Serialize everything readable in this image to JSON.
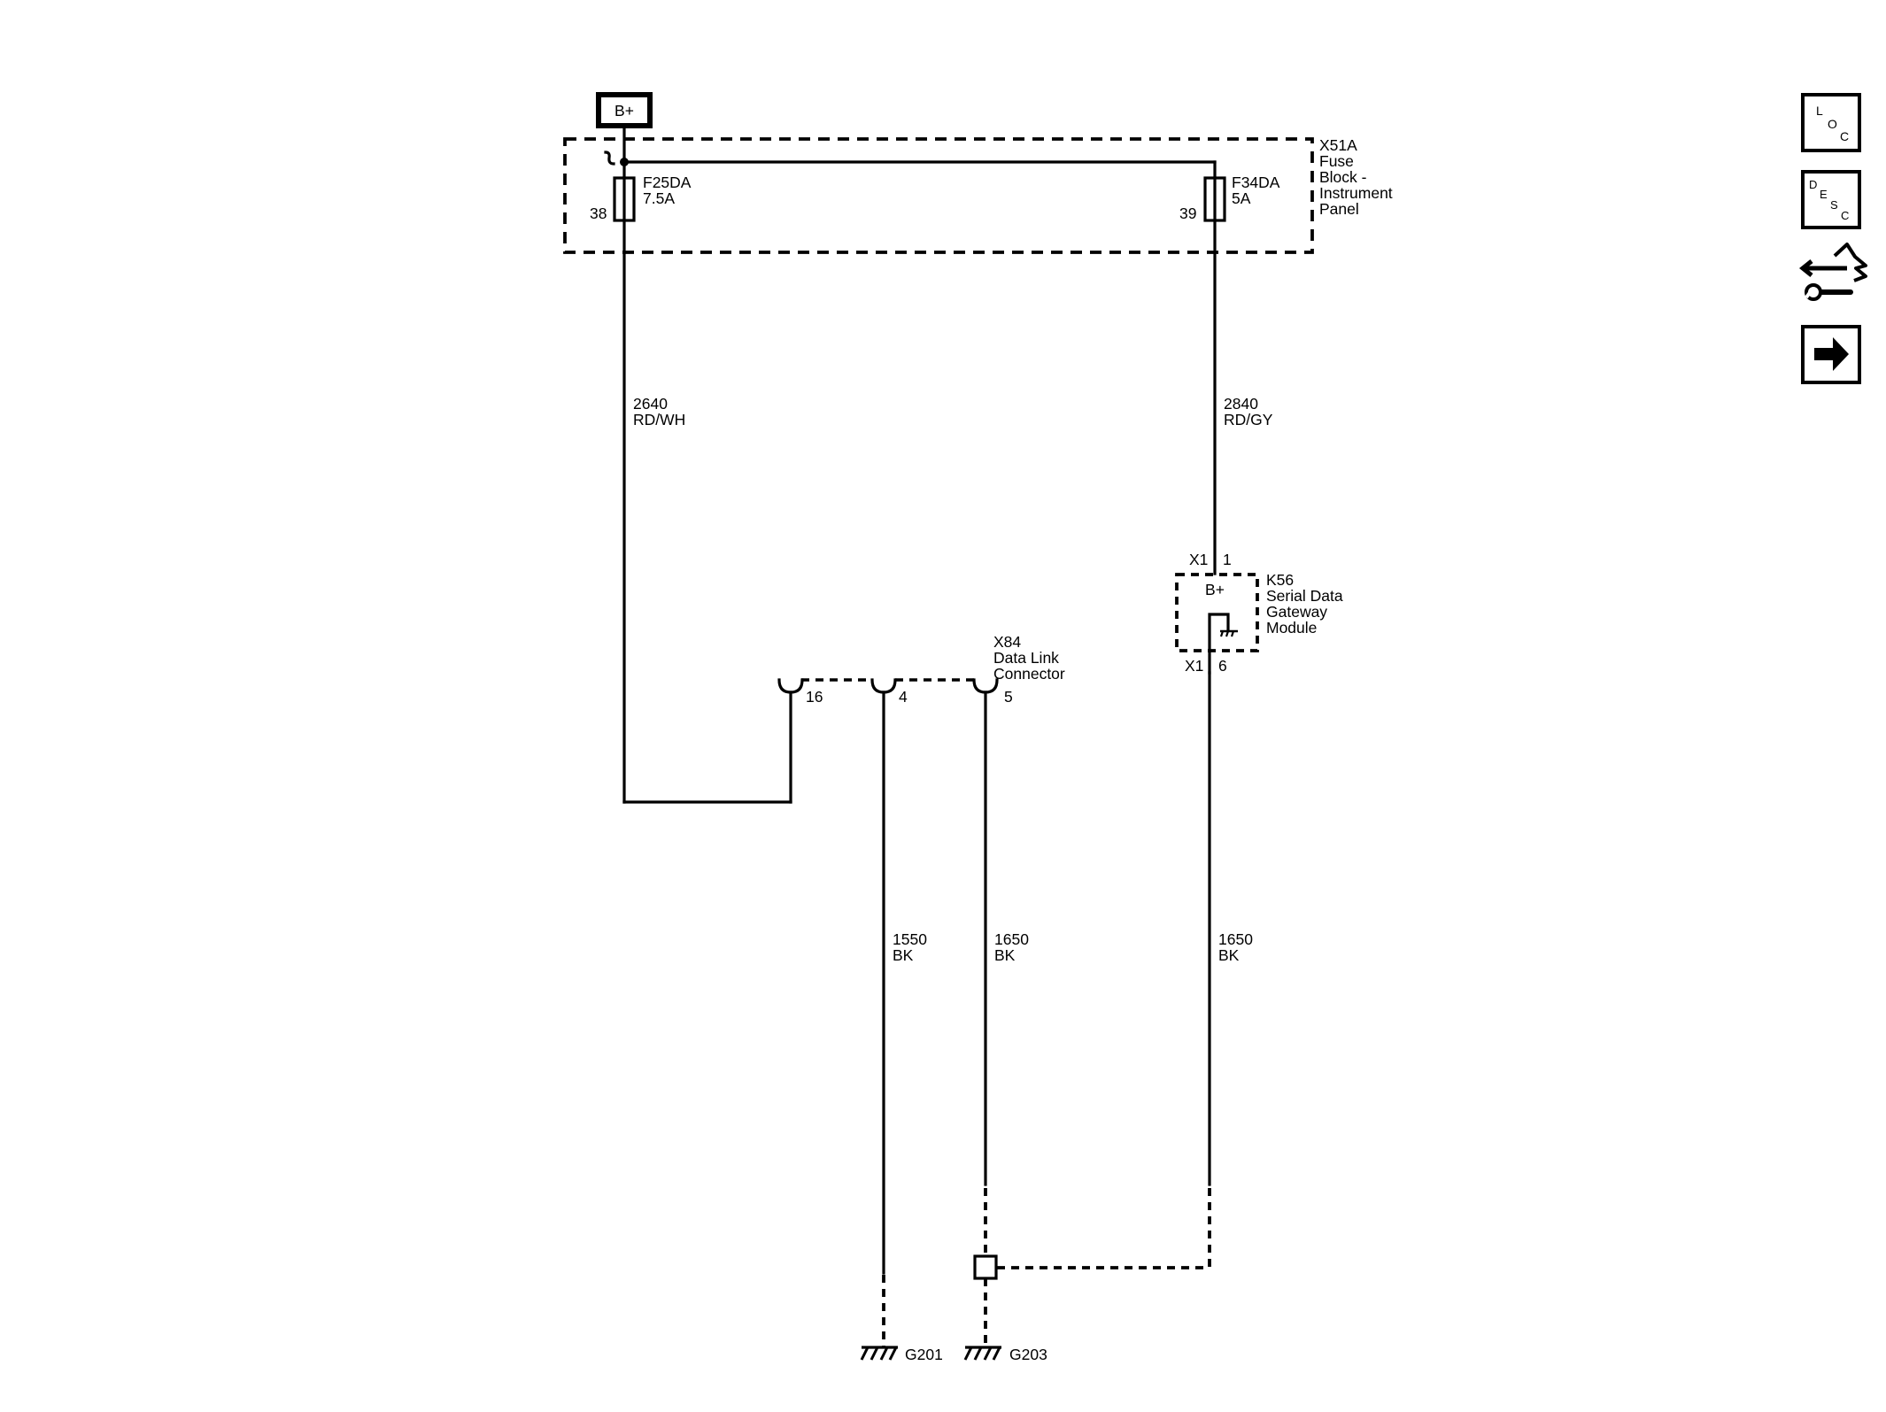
{
  "power": {
    "label": "B+"
  },
  "fuse_block": {
    "name": "X51A",
    "desc": [
      "Fuse",
      "Block -",
      "Instrument",
      "Panel"
    ],
    "fuse1": {
      "name": "F25DA",
      "rating": "7.5A",
      "pin": "38"
    },
    "fuse2": {
      "name": "F34DA",
      "rating": "5A",
      "pin": "39"
    }
  },
  "wires": {
    "w2640": {
      "circuit": "2640",
      "color": "RD/WH"
    },
    "w2840": {
      "circuit": "2840",
      "color": "RD/GY"
    },
    "w1550": {
      "circuit": "1550",
      "color": "BK"
    },
    "w1650a": {
      "circuit": "1650",
      "color": "BK"
    },
    "w1650b": {
      "circuit": "1650",
      "color": "BK"
    }
  },
  "gateway": {
    "name": "K56",
    "desc": [
      "Serial Data",
      "Gateway",
      "Module"
    ],
    "bplus": "B+",
    "conn_top": "X1",
    "pin_top": "1",
    "conn_bot": "X1",
    "pin_bot": "6"
  },
  "dlc": {
    "name": "X84",
    "desc": [
      "Data Link",
      "Connector"
    ],
    "pins": [
      "16",
      "4",
      "5"
    ]
  },
  "grounds": {
    "g1": "G201",
    "g2": "G203"
  },
  "side_buttons": {
    "loc": [
      "L",
      "O",
      "C"
    ],
    "desc": [
      "D",
      "E",
      "S",
      "C"
    ]
  }
}
